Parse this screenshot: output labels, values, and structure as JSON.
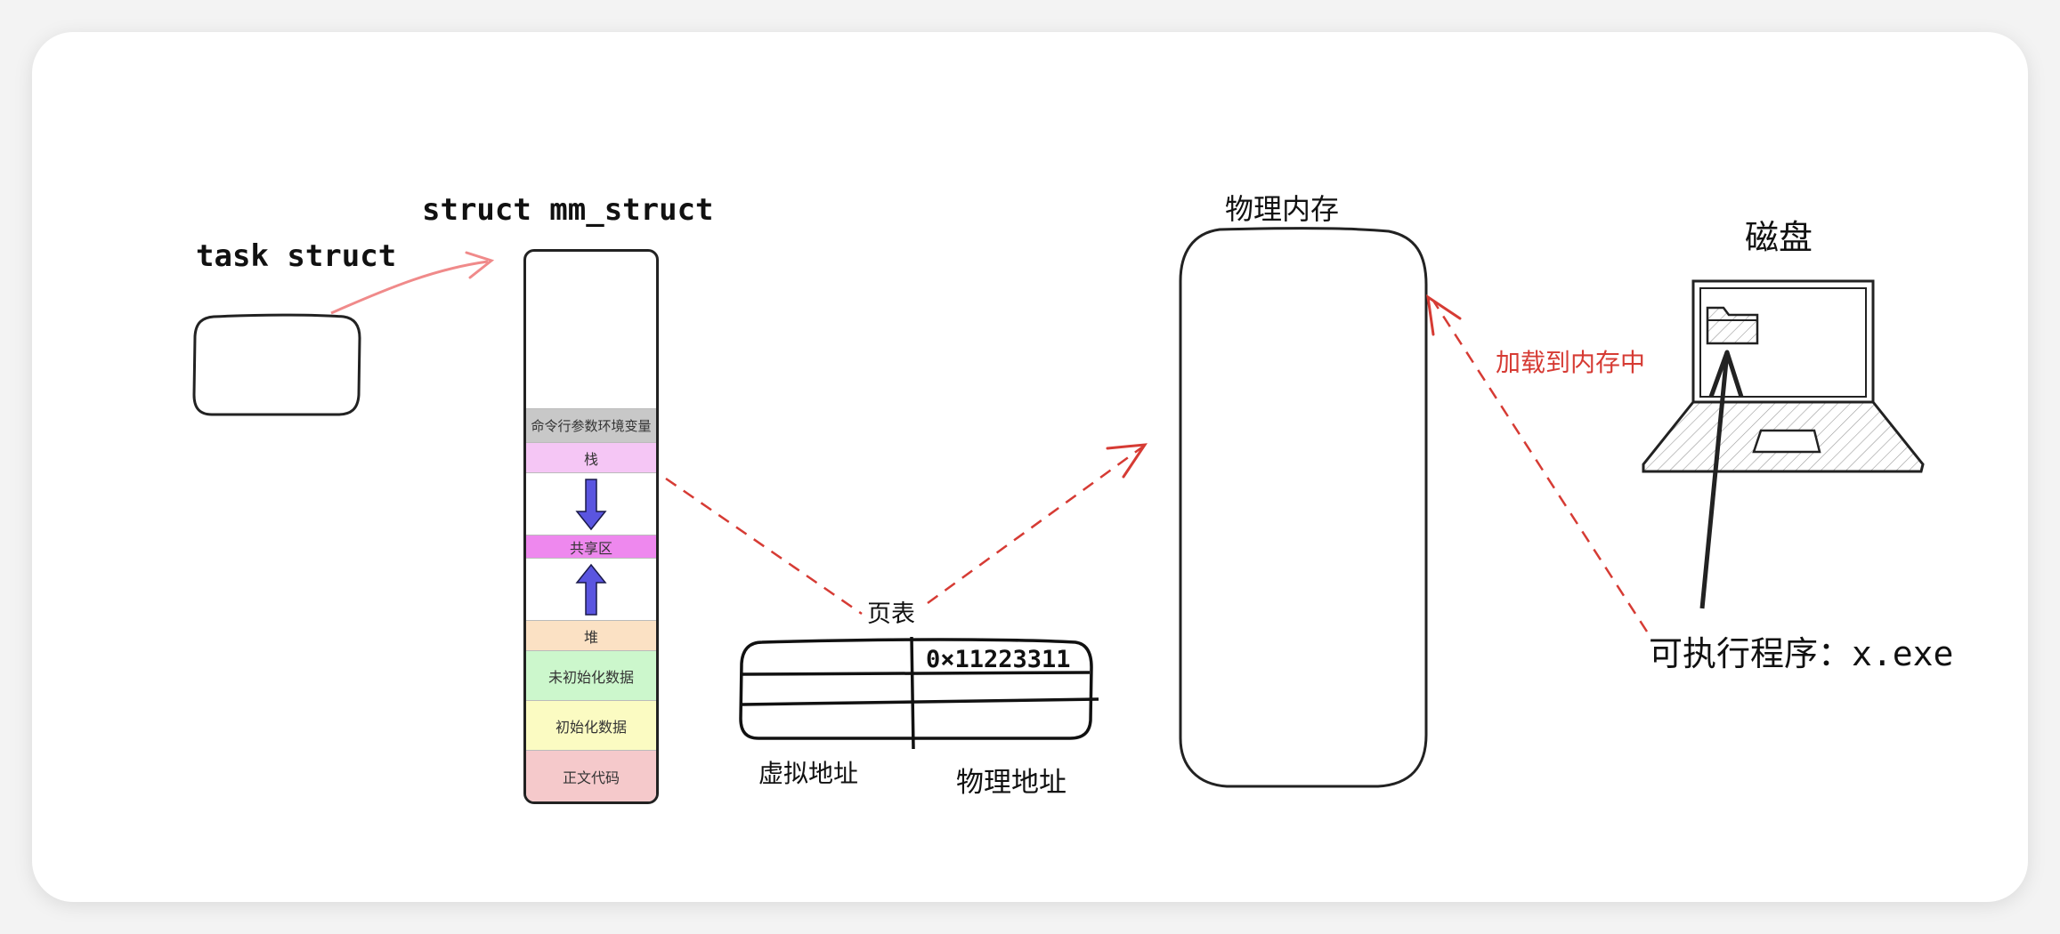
{
  "labels": {
    "task_struct": "task struct",
    "mm_struct": "struct mm_struct",
    "physical_memory": "物理内存",
    "disk": "磁盘",
    "load_to_memory": "加载到内存中",
    "page_table": "页表",
    "page_table_value": "0×11223311",
    "virtual_address": "虚拟地址",
    "physical_address": "物理地址",
    "executable": "可执行程序：x.exe"
  },
  "segments": {
    "cmdline_env": "命令行参数环境变量",
    "stack": "栈",
    "shared": "共享区",
    "heap": "堆",
    "bss": "未初始化数据",
    "data": "初始化数据",
    "text": "正文代码"
  },
  "colors": {
    "cmdline_env": "#c8c8c8",
    "stack": "#f5c6f5",
    "shared": "#ee88ee",
    "heap": "#fbe1c4",
    "bss": "#ccf7cc",
    "data": "#fbfbc2",
    "text": "#f5c9cb",
    "arrow_blue": "#5a55e0",
    "dashed_red": "#d63b34",
    "pink_arrow": "#f08a8a"
  }
}
